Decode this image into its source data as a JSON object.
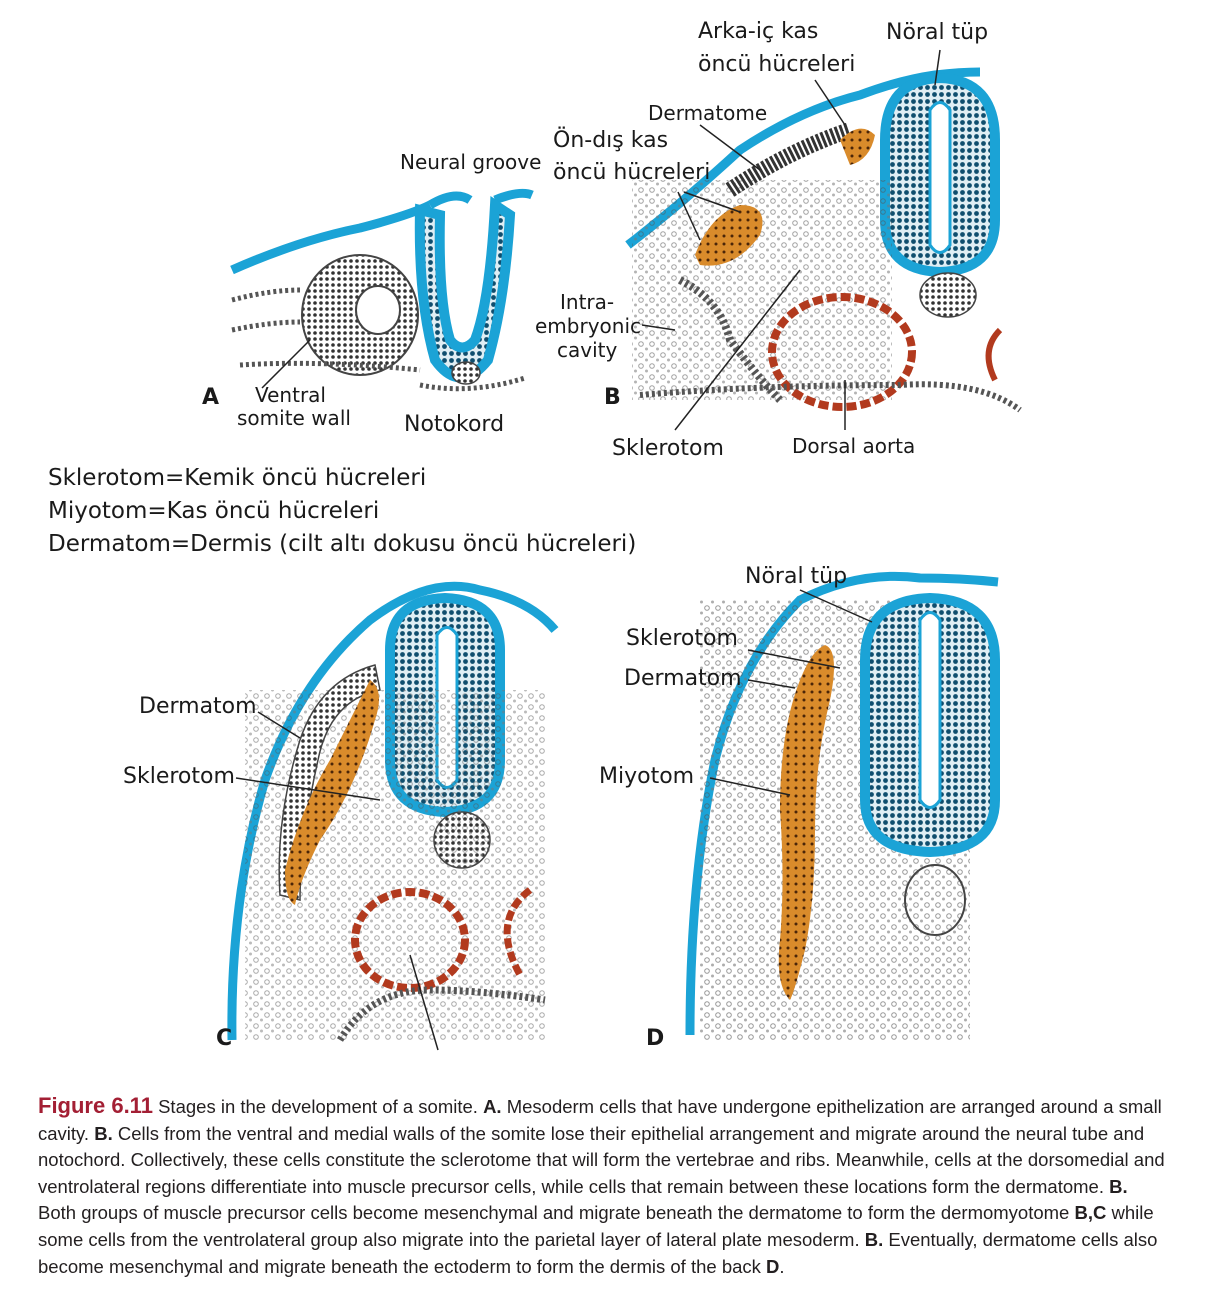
{
  "panelA": {
    "letter": "A",
    "neural_groove": "Neural groove",
    "ventral_line1": "Ventral",
    "ventral_line2": "somite wall",
    "notokord": "Notokord"
  },
  "panelB": {
    "letter": "B",
    "arka_line1": "Arka-iç kas",
    "arka_line2": "öncü hücreleri",
    "noral_tup": "Nöral tüp",
    "dermatome": "Dermatome",
    "ondis_line1": "Ön-dış kas",
    "ondis_line2": "öncü hücreleri",
    "intra_line1": "Intra-",
    "intra_line2": "embryonic",
    "intra_line3": "cavity",
    "sklerotom": "Sklerotom",
    "dorsal_aorta": "Dorsal aorta"
  },
  "legend": {
    "line1": "Sklerotom=Kemik öncü hücreleri",
    "line2": "Miyotom=Kas öncü hücreleri",
    "line3": "Dermatom=Dermis (cilt altı dokusu öncü hücreleri)"
  },
  "panelC": {
    "letter": "C",
    "dermatom": "Dermatom",
    "sklerotom": "Sklerotom"
  },
  "panelD": {
    "letter": "D",
    "noral_tup": "Nöral tüp",
    "sklerotom": "Sklerotom",
    "dermatom": "Dermatom",
    "miyotom": "Miyotom"
  },
  "caption": {
    "figure": "Figure 6.11",
    "t0": " Stages in the development of a somite. ",
    "bA": "A.",
    "t1": " Mesoderm cells that have undergone epithelization are arranged around a small cavity. ",
    "bB1": "B.",
    "t2": " Cells from the ventral and medial walls of the somite lose their epithelial arrangement and migrate around the neural tube and notochord. Collectively, these cells constitute the sclerotome that will form the vertebrae and ribs. Meanwhile, cells at the dorsomedial and ventrolateral regions differentiate into muscle precursor cells, while cells that remain between these locations form the dermatome. ",
    "bB2": "B.",
    "t3": " Both groups of muscle precursor cells become mesenchymal and migrate beneath the dermatome to form the dermomyotome ",
    "bBC": "B,C",
    "t4": " while some cells from the ventrolateral group also migrate into the parietal layer of lateral plate mesoderm. ",
    "bB3": "B.",
    "t5": " Eventually, dermatome cells also become mesenchymal and migrate beneath the ectoderm to form the dermis of the back ",
    "bD": "D",
    "t6": "."
  },
  "colors": {
    "neural_blue": "#1ba3d6",
    "muscle_orange": "#d98b2b",
    "aorta_red": "#b23a1e",
    "figure_red": "#a31f34"
  }
}
